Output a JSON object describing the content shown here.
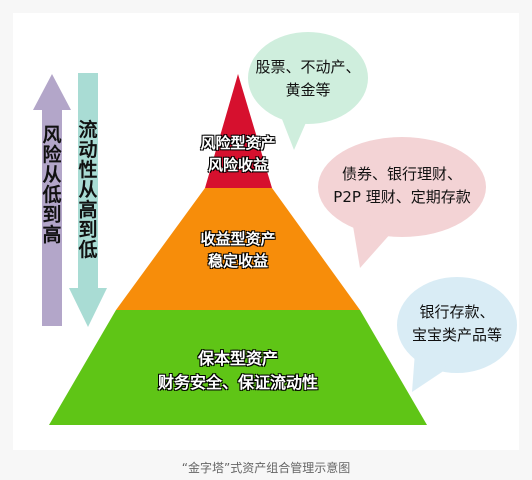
{
  "arrows": {
    "left_label": "风险从低到高",
    "right_label": "流动性从高到低",
    "left_color": "#b3a6c9",
    "right_color": "#a9dcd4"
  },
  "pyramid": {
    "top": {
      "line1": "风险型资产",
      "line2": "风险收益",
      "color": "#d6102e"
    },
    "middle": {
      "line1": "收益型资产",
      "line2": "稳定收益",
      "color": "#f78d0a"
    },
    "bottom": {
      "line1": "保本型资产",
      "line2": "财务安全、保证流动性",
      "color": "#5fc516"
    }
  },
  "bubbles": {
    "top": {
      "line1": "股票、不动产、",
      "line2": "黄金等",
      "color": "#cfeedd"
    },
    "middle": {
      "line1": "债券、银行理财、",
      "line2": "P2P 理财、定期存款",
      "color": "#f3d3d5"
    },
    "bottom": {
      "line1": "银行存款、",
      "line2": "宝宝类产品等",
      "color": "#d9ecf5"
    }
  },
  "caption": "“金字塔”式资产组合管理示意图"
}
